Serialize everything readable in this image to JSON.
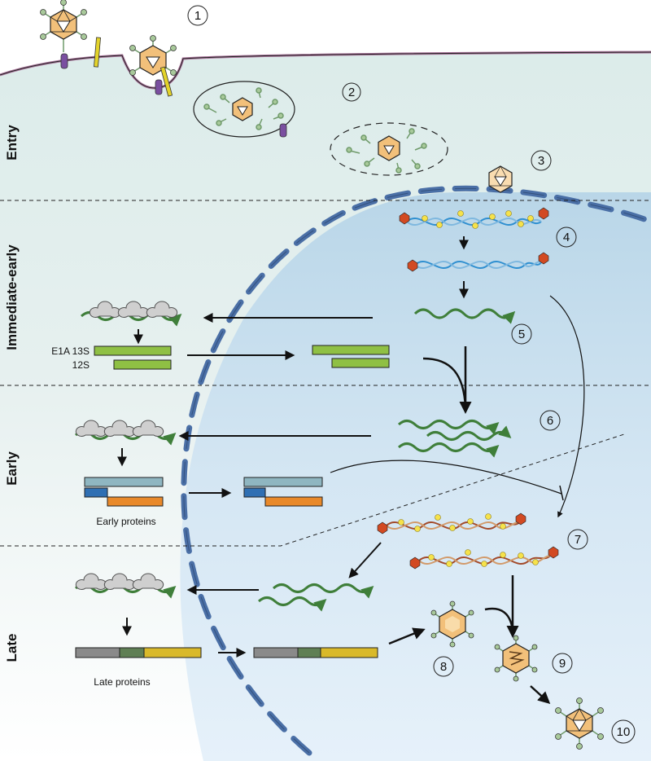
{
  "phases": {
    "entry": "Entry",
    "immediate_early": "Immediate-early",
    "early": "Early",
    "late": "Late"
  },
  "labels": {
    "e1a_13s": "E1A 13S",
    "e1a_12s": "12S",
    "early_proteins": "Early proteins",
    "late_proteins": "Late proteins"
  },
  "steps": [
    "1",
    "2",
    "3",
    "4",
    "5",
    "6",
    "7",
    "8",
    "9",
    "10"
  ],
  "colors": {
    "cytoplasm": "#dcecea",
    "membrane": "#a8739a",
    "nucleus": "#cfe3f1",
    "nuclear_envelope": "#4a6fa6",
    "capsid": "#f2c07a",
    "fiber": "#6f9a6a",
    "mrna": "#3f7f3a",
    "e1a_protein": "#8fc044",
    "early_protein_teal": "#8fb6c1",
    "early_protein_blue": "#2f6fb3",
    "early_protein_orange": "#e9892a",
    "late_protein_gray": "#8a8a8a",
    "late_protein_green": "#5f7f54",
    "late_protein_yellow": "#d9b92a",
    "dna_blue": "#2f8fd0",
    "dna_red": "#a24a2a",
    "dna_bead": "#f6e24a",
    "terminal_protein": "#d24a22"
  },
  "icons": [
    "virion-icon",
    "receptor-icon",
    "ribosome-icon",
    "mrna-icon",
    "dna-helix-icon",
    "protein-bar-icon",
    "arrow-icon"
  ]
}
